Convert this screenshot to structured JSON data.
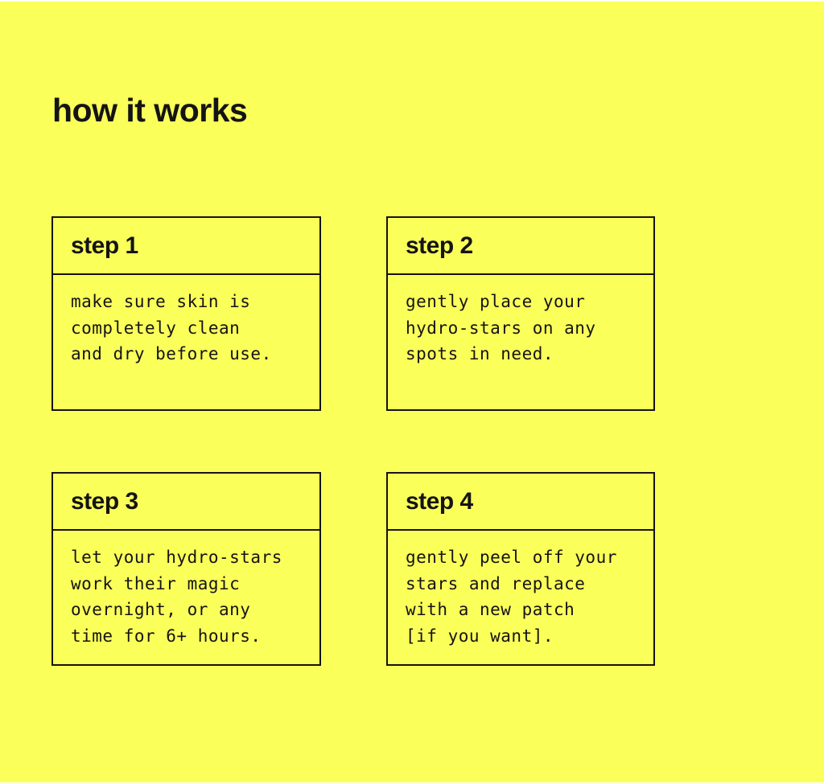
{
  "theme": {
    "background": "#FBFF5A",
    "border": "#141414",
    "text": "#141414",
    "edge": "#FFFFFF"
  },
  "header": {
    "title": "how it works"
  },
  "steps": [
    {
      "title": "step 1",
      "body": "make sure skin is\ncompletely clean\nand dry before use."
    },
    {
      "title": "step 2",
      "body": "gently place your\nhydro-stars on any\nspots in need."
    },
    {
      "title": "step 3",
      "body": "let your hydro-stars\nwork their magic\novernight, or any\ntime for 6+ hours."
    },
    {
      "title": "step 4",
      "body": "gently peel off your\nstars and replace\nwith a new patch\n[if you want]."
    }
  ]
}
